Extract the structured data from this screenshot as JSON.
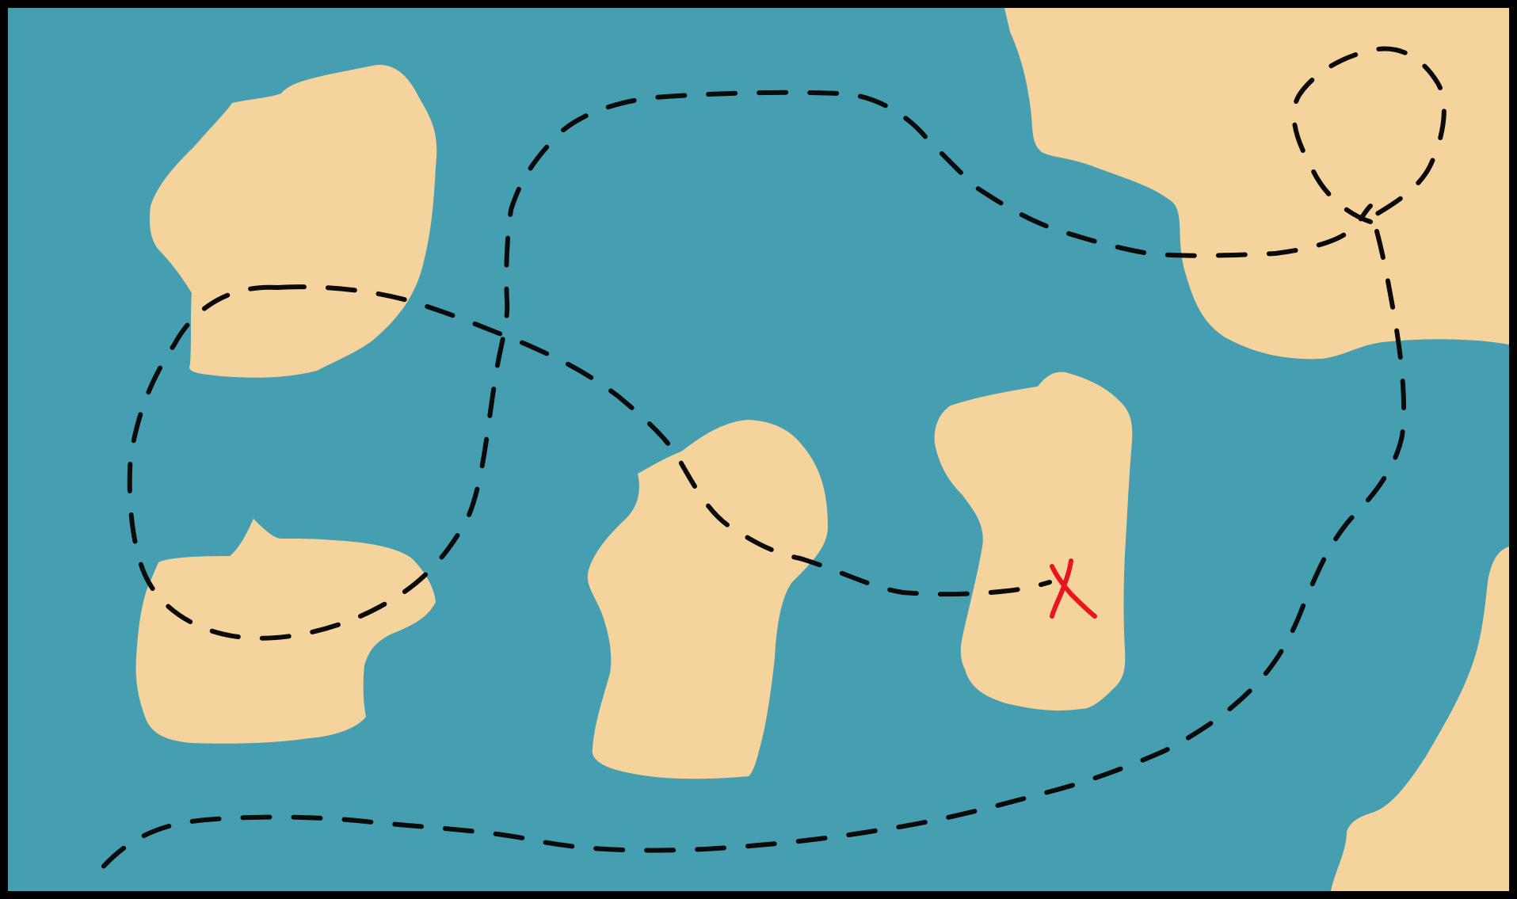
{
  "map": {
    "colors": {
      "water": "#469fb0",
      "land": "#f4d49c",
      "border": "#000000",
      "route": "#0b0b0b",
      "treasure_marker": "#e8151f"
    },
    "features": [
      "water",
      "mainland-top-right",
      "mainland-bottom-right",
      "island-top-left",
      "island-bottom-left",
      "island-center",
      "treasure-island",
      "dashed-route",
      "treasure-x-mark"
    ]
  }
}
